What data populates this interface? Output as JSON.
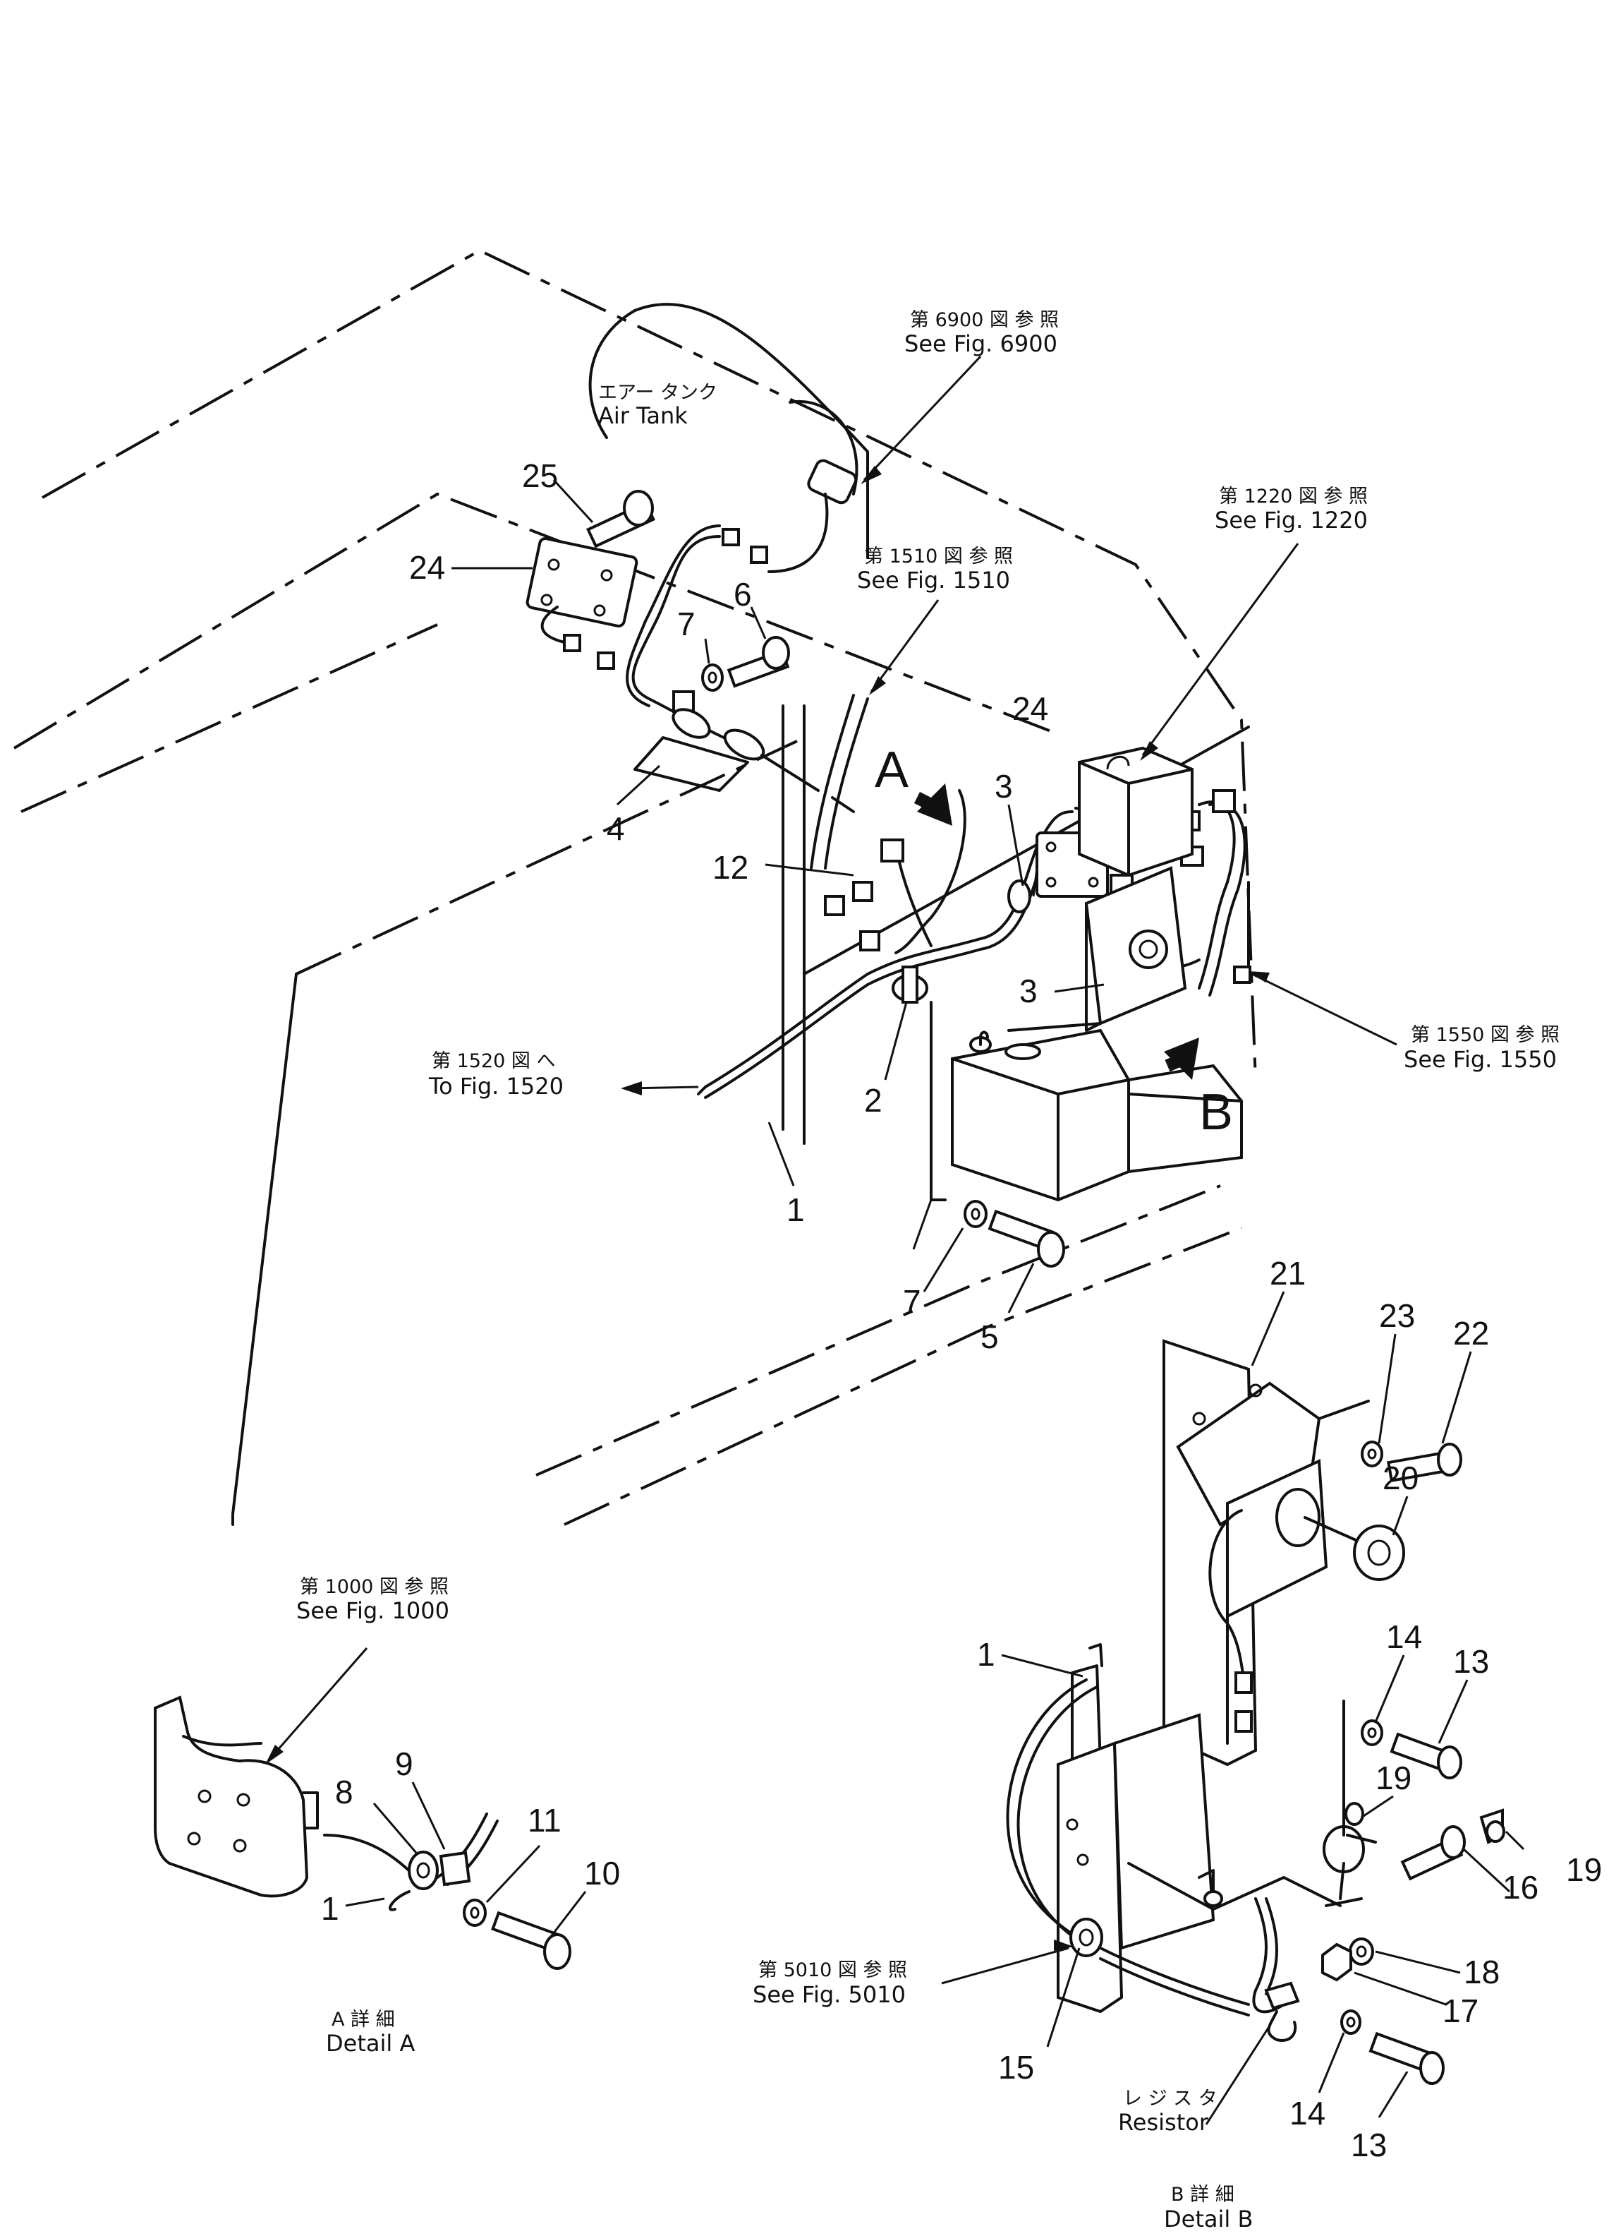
{
  "references": {
    "fig6900": {
      "jp": "第 6900 図 参 照",
      "en": "See Fig. 6900"
    },
    "air_tank": {
      "jp": "エアー タンク",
      "en": "Air Tank"
    },
    "fig1510": {
      "jp": "第 1510 図 参 照",
      "en": "See Fig. 1510"
    },
    "fig1220": {
      "jp": "第 1220 図 参 照",
      "en": "See Fig. 1220"
    },
    "fig1550": {
      "jp": "第 1550 図 参 照",
      "en": "See Fig. 1550"
    },
    "fig1520": {
      "jp": "第 1520 図 へ",
      "en": "To Fig. 1520"
    },
    "fig1000": {
      "jp": "第 1000 図 参 照",
      "en": "See Fig. 1000"
    },
    "fig5010": {
      "jp": "第 5010 図 参 照",
      "en": "See Fig. 5010"
    },
    "resistor": {
      "jp": "レ ジ ス タ",
      "en": "Resistor"
    }
  },
  "views": {
    "view_a": "A",
    "view_b": "B"
  },
  "details": {
    "detail_a": {
      "jp": "A 詳 細",
      "en": "Detail A"
    },
    "detail_b": {
      "jp": "B 詳 細",
      "en": "Detail B"
    }
  },
  "callouts": {
    "main": [
      "25",
      "24",
      "7",
      "6",
      "4",
      "12",
      "3",
      "24",
      "3",
      "2",
      "1",
      "7",
      "5"
    ],
    "detail_a": [
      "8",
      "9",
      "1",
      "11",
      "10"
    ],
    "detail_b": [
      "21",
      "23",
      "22",
      "20",
      "1",
      "14",
      "13",
      "19",
      "16",
      "19",
      "15",
      "18",
      "17",
      "14",
      "13"
    ]
  }
}
